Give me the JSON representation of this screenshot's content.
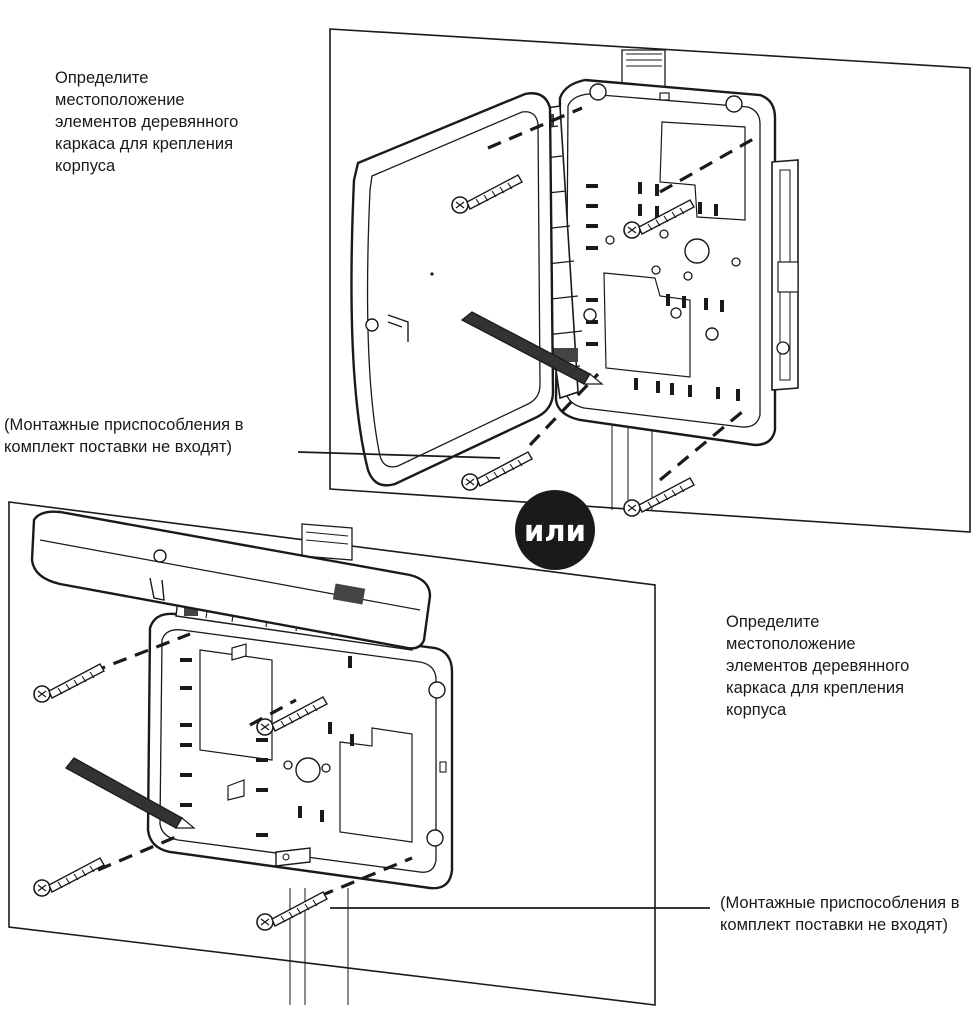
{
  "top_caption": {
    "lines": [
      "Определите",
      "местоположение",
      "элементов деревянного",
      "каркаса для крепления",
      "корпуса"
    ]
  },
  "top_note": {
    "lines": [
      "(Монтажные приспособления в",
      "комплект поставки не входят)"
    ]
  },
  "or_badge": {
    "label": "или",
    "fill": "#1a1a1a",
    "text_color": "#ffffff"
  },
  "bottom_caption": {
    "lines": [
      "Определите",
      "местоположение",
      "элементов деревянного",
      "каркаса для крепления",
      "корпуса"
    ]
  },
  "bottom_note": {
    "lines": [
      "(Монтажные приспособления в",
      "комплект поставки не входят)"
    ]
  },
  "colors": {
    "line": "#1a1a1a",
    "panel": "#ffffff",
    "enclosure_fill": "#ffffff",
    "shade": "#d9d9d9"
  }
}
